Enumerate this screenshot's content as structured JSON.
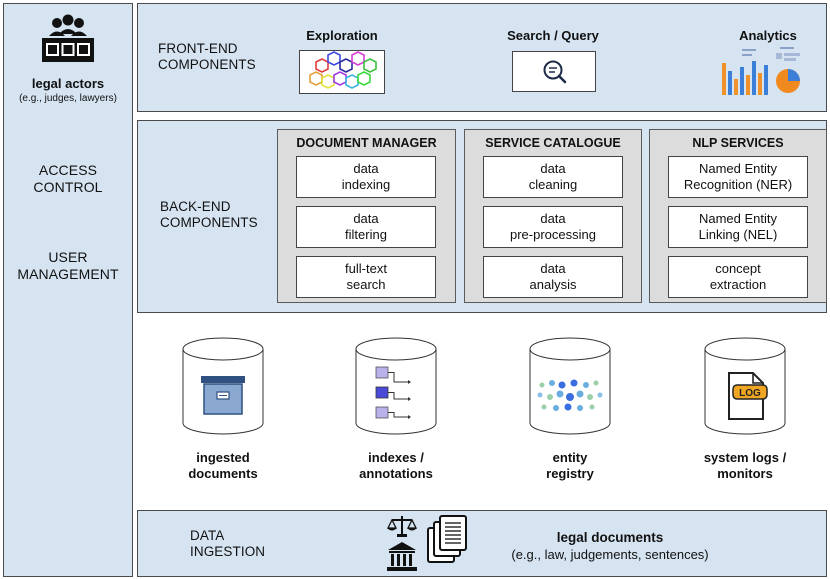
{
  "sidebar": {
    "actor_label": "legal actors",
    "actor_sub": "(e.g., judges, lawyers)",
    "access_control": "ACCESS\nCONTROL",
    "user_management": "USER\nMANAGEMENT"
  },
  "front_end": {
    "label": "FRONT-END\nCOMPONENTS",
    "items": [
      {
        "label": "Exploration",
        "icon": "hexagon-network-icon"
      },
      {
        "label": "Search / Query",
        "icon": "search-icon"
      },
      {
        "label": "Analytics",
        "icon": "bar-pie-chart-icon"
      }
    ]
  },
  "back_end": {
    "label": "BACK-END\nCOMPONENTS",
    "services": [
      {
        "title": "DOCUMENT MANAGER",
        "items": [
          "data\nindexing",
          "data\nfiltering",
          "full-text\nsearch"
        ]
      },
      {
        "title": "SERVICE CATALOGUE",
        "items": [
          "data\ncleaning",
          "data\npre-processing",
          "data\nanalysis"
        ]
      },
      {
        "title": "NLP SERVICES",
        "items": [
          "Named Entity\nRecognition (NER)",
          "Named Entity\nLinking (NEL)",
          "concept\nextraction"
        ]
      }
    ]
  },
  "storage": [
    {
      "label": "ingested\ndocuments",
      "icon": "archive-box-icon"
    },
    {
      "label": "indexes /\nannotations",
      "icon": "index-tree-icon"
    },
    {
      "label": "entity\nregistry",
      "icon": "entity-dots-icon"
    },
    {
      "label": "system logs /\nmonitors",
      "icon": "log-file-icon",
      "tag": "LOG"
    }
  ],
  "ingestion": {
    "label": "DATA\nINGESTION",
    "title": "legal documents",
    "sub": "(e.g., law, judgements, sentences)"
  },
  "colors": {
    "panel_blue": "#d6e4f2",
    "service_gray": "#dcdcdc",
    "border": "#4a4a4a"
  }
}
